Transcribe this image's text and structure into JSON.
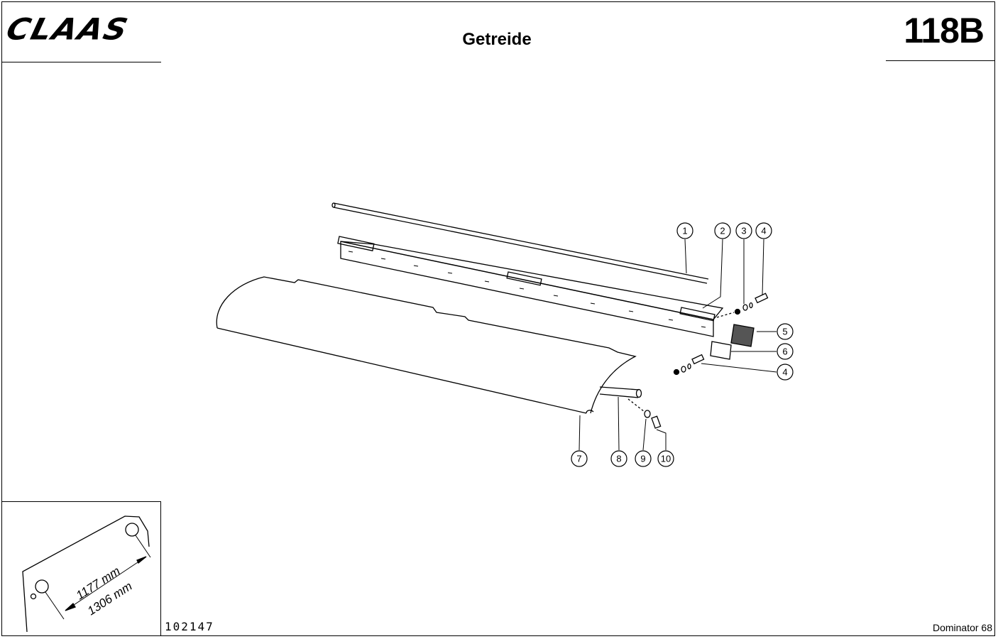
{
  "header": {
    "brand": "CLAAS",
    "title": "Getreide",
    "page_number": "118B"
  },
  "footer": {
    "drawing_number": "102147",
    "model": "Dominator 68"
  },
  "inset": {
    "dimension_inner": "1177 mm",
    "dimension_outer": "1306 mm"
  },
  "callouts": [
    "1",
    "2",
    "3",
    "4",
    "5",
    "6",
    "4",
    "7",
    "8",
    "9",
    "10"
  ]
}
